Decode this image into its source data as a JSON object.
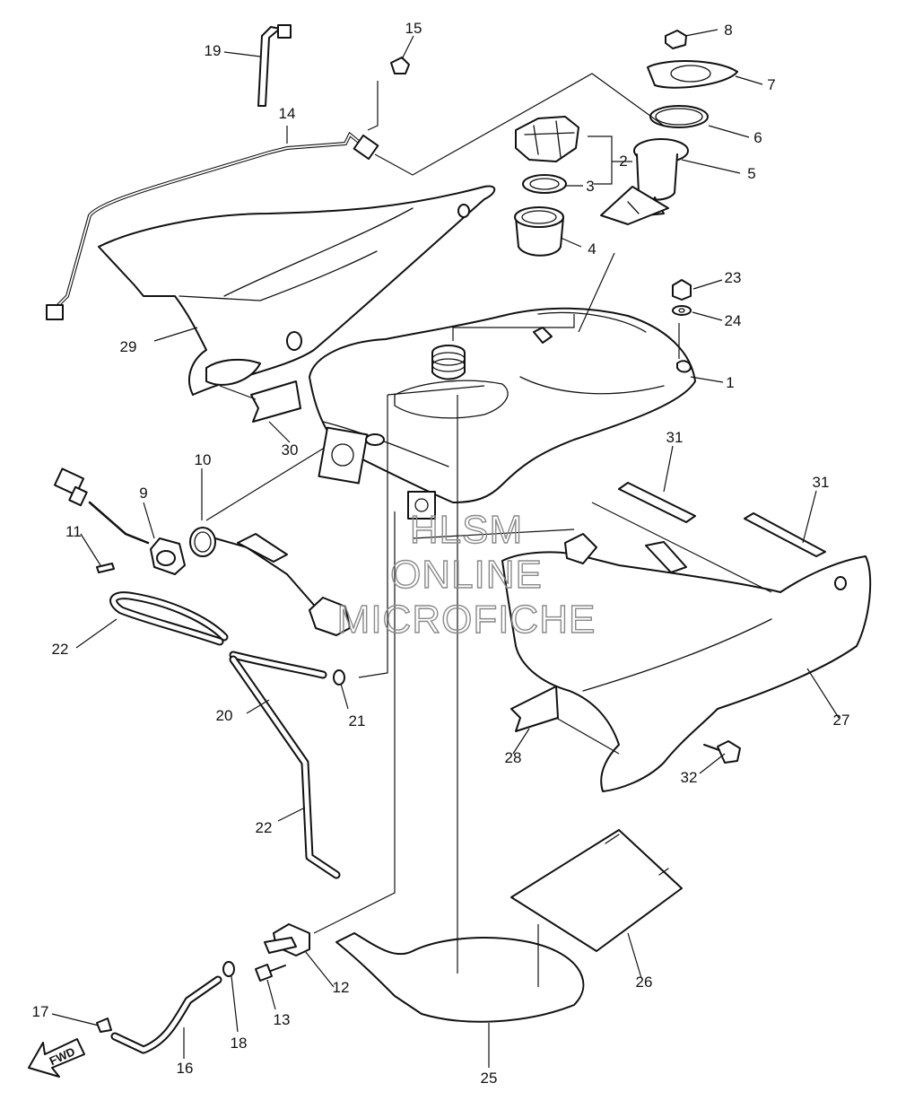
{
  "watermark": {
    "line1": "HLSM",
    "line2": "ONLINE",
    "line3": "MICROFICHE"
  },
  "fwd_arrow": {
    "label": "FWD"
  },
  "callouts": [
    "1",
    "2",
    "3",
    "4",
    "5",
    "6",
    "7",
    "8",
    "9",
    "10",
    "11",
    "12",
    "13",
    "14",
    "15",
    "16",
    "17",
    "18",
    "19",
    "20",
    "21",
    "22",
    "22",
    "23",
    "24",
    "25",
    "26",
    "27",
    "28",
    "29",
    "30",
    "31",
    "31",
    "32"
  ],
  "colors": {
    "line": "#111111",
    "background": "#ffffff",
    "watermark": "#8a8a8a"
  }
}
